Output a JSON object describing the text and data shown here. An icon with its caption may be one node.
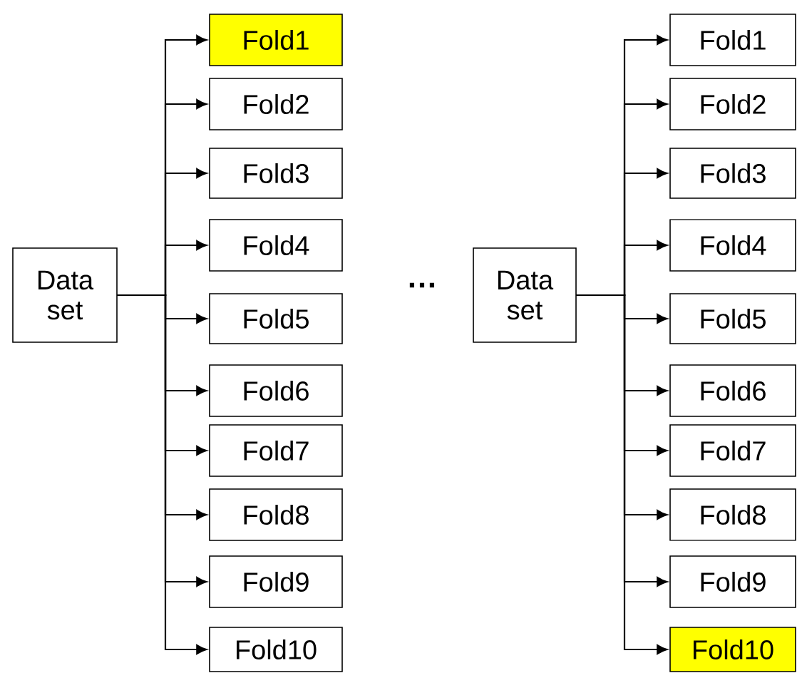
{
  "diagram": {
    "nodes": [
      {
        "text": [
          "Data set"
        ]
      },
      {
        "text": [
          "Fold1"
        ]
      },
      {
        "text": [
          "Fold2"
        ]
      },
      {
        "text": [
          "Fold3"
        ]
      },
      {
        "text": [
          "Fold4"
        ]
      },
      {
        "text": [
          "Fold5"
        ]
      },
      {
        "text": [
          "Fold6"
        ]
      },
      {
        "text": [
          "Fold7"
        ]
      },
      {
        "text": [
          "Fold8"
        ]
      },
      {
        "text": [
          "Fold9"
        ]
      },
      {
        "text": [
          "Fold10"
        ]
      },
      {
        "text": [
          "Data set"
        ]
      },
      {
        "text": [
          "Fold1"
        ]
      },
      {
        "text": [
          "Fold2"
        ]
      },
      {
        "text": [
          "Fold3"
        ]
      },
      {
        "text": [
          "Fold4"
        ]
      },
      {
        "text": [
          "Fold5"
        ]
      },
      {
        "text": [
          "Fold6"
        ]
      },
      {
        "text": [
          "Fold7"
        ]
      },
      {
        "text": [
          "Fold8"
        ]
      },
      {
        "text": [
          "Fold9"
        ]
      },
      {
        "text": [
          "Fold10"
        ]
      }
    ],
    "edges": [
      {
        "from": 0,
        "to": 1,
        "arrow": "to"
      },
      {
        "from": 0,
        "to": 2,
        "arrow": "to"
      },
      {
        "from": 0,
        "to": 3,
        "arrow": "to"
      },
      {
        "from": 0,
        "to": 4,
        "arrow": "to"
      },
      {
        "from": 0,
        "to": 5,
        "arrow": "to"
      },
      {
        "from": 0,
        "to": 6,
        "arrow": "to"
      },
      {
        "from": 0,
        "to": 7,
        "arrow": "to"
      },
      {
        "from": 0,
        "to": 8,
        "arrow": "to"
      },
      {
        "from": 0,
        "to": 9,
        "arrow": "to"
      },
      {
        "from": 0,
        "to": 10,
        "arrow": "to"
      },
      {
        "from": 11,
        "to": 12,
        "arrow": "to"
      },
      {
        "from": 11,
        "to": 13,
        "arrow": "to"
      },
      {
        "from": 11,
        "to": 14,
        "arrow": "to"
      },
      {
        "from": 11,
        "to": 15,
        "arrow": "to"
      },
      {
        "from": 11,
        "to": 16,
        "arrow": "to"
      },
      {
        "from": 11,
        "to": 17,
        "arrow": "to"
      },
      {
        "from": 11,
        "to": 18,
        "arrow": "to"
      },
      {
        "from": 11,
        "to": 19,
        "arrow": "to"
      },
      {
        "from": 11,
        "to": 20,
        "arrow": "to"
      },
      {
        "from": 11,
        "to": 21,
        "arrow": "to"
      }
    ],
    "labels": [
      "…"
    ]
  }
}
